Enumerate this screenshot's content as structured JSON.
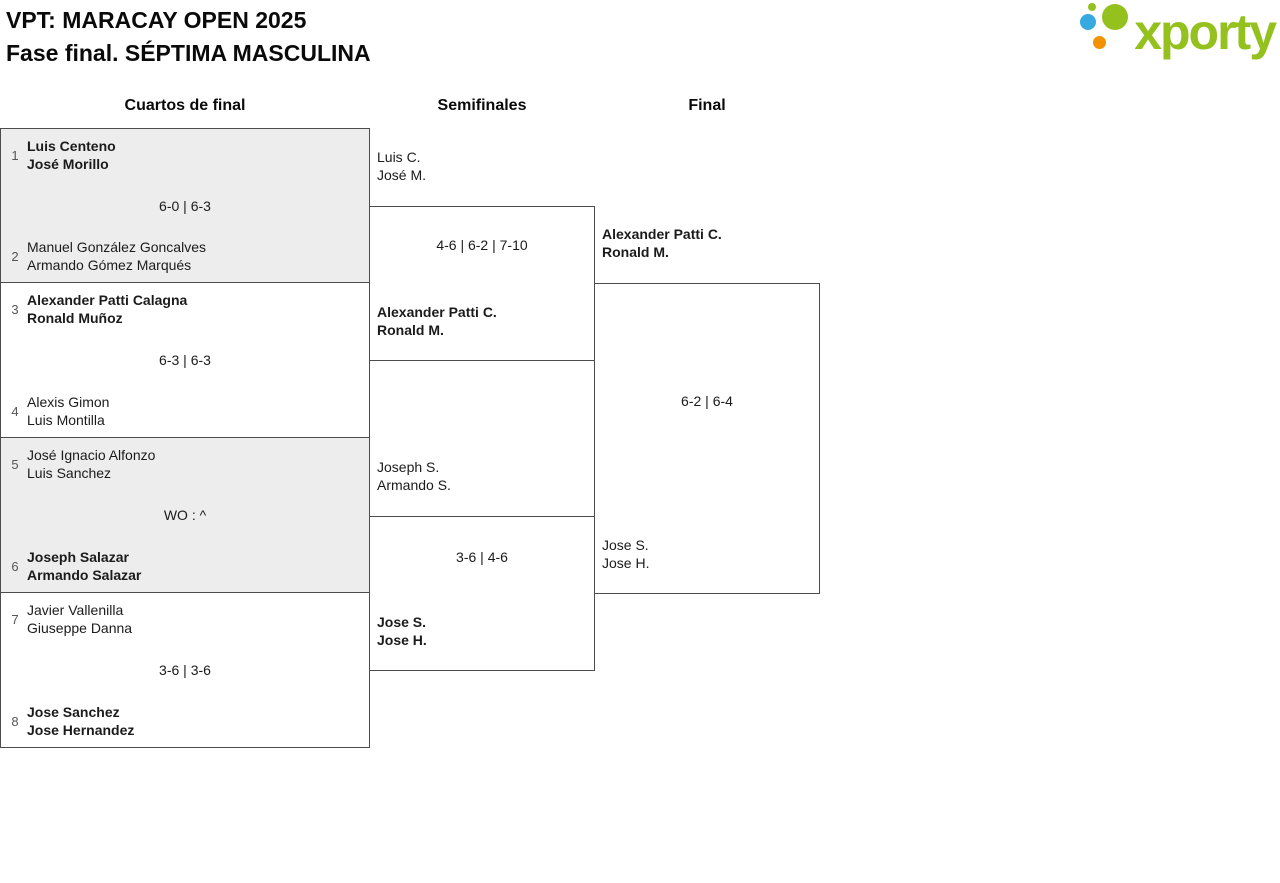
{
  "header": {
    "title_line1": "VPT: MARACAY OPEN 2025",
    "title_line2": "Fase final. SÉPTIMA MASCULINA"
  },
  "logo": {
    "text": "xporty"
  },
  "columns": {
    "round1": "Cuartos de final",
    "round2": "Semifinales",
    "round3": "Final"
  },
  "quarterfinals": [
    {
      "seed1": "1",
      "team1_line1": "Luis Centeno",
      "team1_line2": "José Morillo",
      "score": "6-0 | 6-3",
      "seed2": "2",
      "team2_line1": "Manuel González Goncalves",
      "team2_line2": "Armando Gómez Marqués"
    },
    {
      "seed1": "3",
      "team1_line1": "Alexander Patti Calagna",
      "team1_line2": "Ronald Muñoz",
      "score": "6-3 | 6-3",
      "seed2": "4",
      "team2_line1": "Alexis Gimon",
      "team2_line2": "Luis Montilla"
    },
    {
      "seed1": "5",
      "team1_line1": "José Ignacio Alfonzo",
      "team1_line2": "Luis Sanchez",
      "score": "WO : ^",
      "seed2": "6",
      "team2_line1": "Joseph Salazar",
      "team2_line2": "Armando Salazar"
    },
    {
      "seed1": "7",
      "team1_line1": "Javier Vallenilla",
      "team1_line2": "Giuseppe Danna",
      "score": "3-6 | 3-6",
      "seed2": "8",
      "team2_line1": "Jose Sanchez",
      "team2_line2": "Jose Hernandez"
    }
  ],
  "semifinals": [
    {
      "team1_line1": "Luis C.",
      "team1_line2": "José M.",
      "score": "4-6 | 6-2 | 7-10",
      "team2_line1": "Alexander Patti C.",
      "team2_line2": "Ronald M."
    },
    {
      "team1_line1": "Joseph S.",
      "team1_line2": "Armando S.",
      "score": "3-6 | 4-6",
      "team2_line1": "Jose S.",
      "team2_line2": "Jose H."
    }
  ],
  "final": {
    "team1_line1": "Alexander Patti C.",
    "team1_line2": "Ronald M.",
    "score": "6-2 | 6-4",
    "team2_line1": "Jose S.",
    "team2_line2": "Jose H."
  },
  "colors": {
    "brand_green": "#95c11f",
    "brand_blue": "#36a9e1",
    "brand_orange": "#f39200",
    "box_shade": "#ededed",
    "border": "#4c4c4c"
  }
}
